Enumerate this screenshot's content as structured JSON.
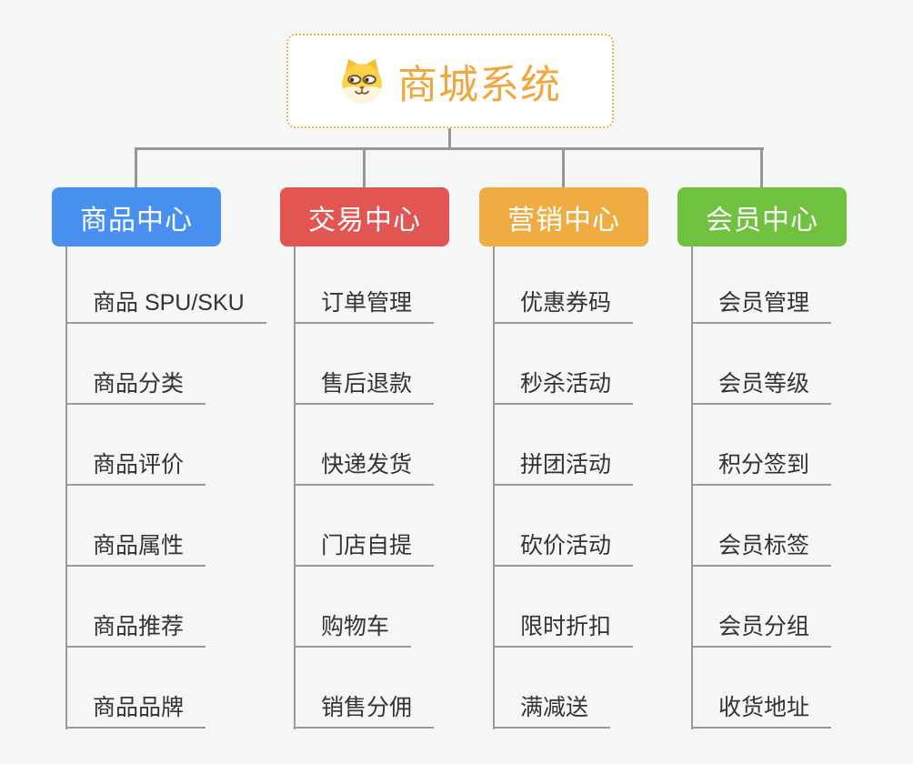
{
  "root": {
    "title": "商城系统",
    "icon": "dog-icon",
    "accent_color": "#f0a73d"
  },
  "connector_color": "#969696",
  "branches": [
    {
      "label": "商品中心",
      "color": "#4890f0",
      "children": [
        "商品 SPU/SKU",
        "商品分类",
        "商品评价",
        "商品属性",
        "商品推荐",
        "商品品牌"
      ]
    },
    {
      "label": "交易中心",
      "color": "#e25552",
      "children": [
        "订单管理",
        "售后退款",
        "快递发货",
        "门店自提",
        "购物车",
        "销售分佣"
      ]
    },
    {
      "label": "营销中心",
      "color": "#efac41",
      "children": [
        "优惠券码",
        "秒杀活动",
        "拼团活动",
        "砍价活动",
        "限时折扣",
        "满减送"
      ]
    },
    {
      "label": "会员中心",
      "color": "#6fc13f",
      "children": [
        "会员管理",
        "会员等级",
        "积分签到",
        "会员标签",
        "会员分组",
        "收货地址"
      ]
    }
  ]
}
